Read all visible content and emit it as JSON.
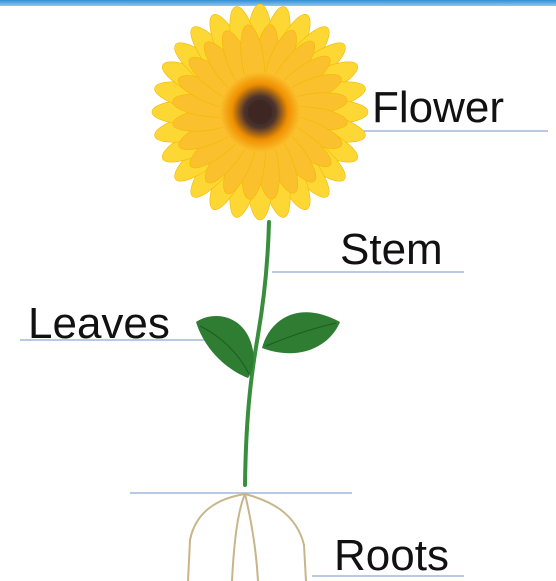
{
  "labels": {
    "flower": "Flower",
    "stem": "Stem",
    "leaves": "Leaves",
    "roots": "Roots"
  },
  "colors": {
    "petal": "#fdd835",
    "petal_inner": "#fbc02d",
    "center_ring": "#f9a825",
    "center": "#3e2723",
    "leaf": "#2e7d32",
    "stem": "#388e3c",
    "root": "#c8b58a",
    "label_line": "#9fb9d8",
    "accent_bar": "#2f8fd6"
  }
}
